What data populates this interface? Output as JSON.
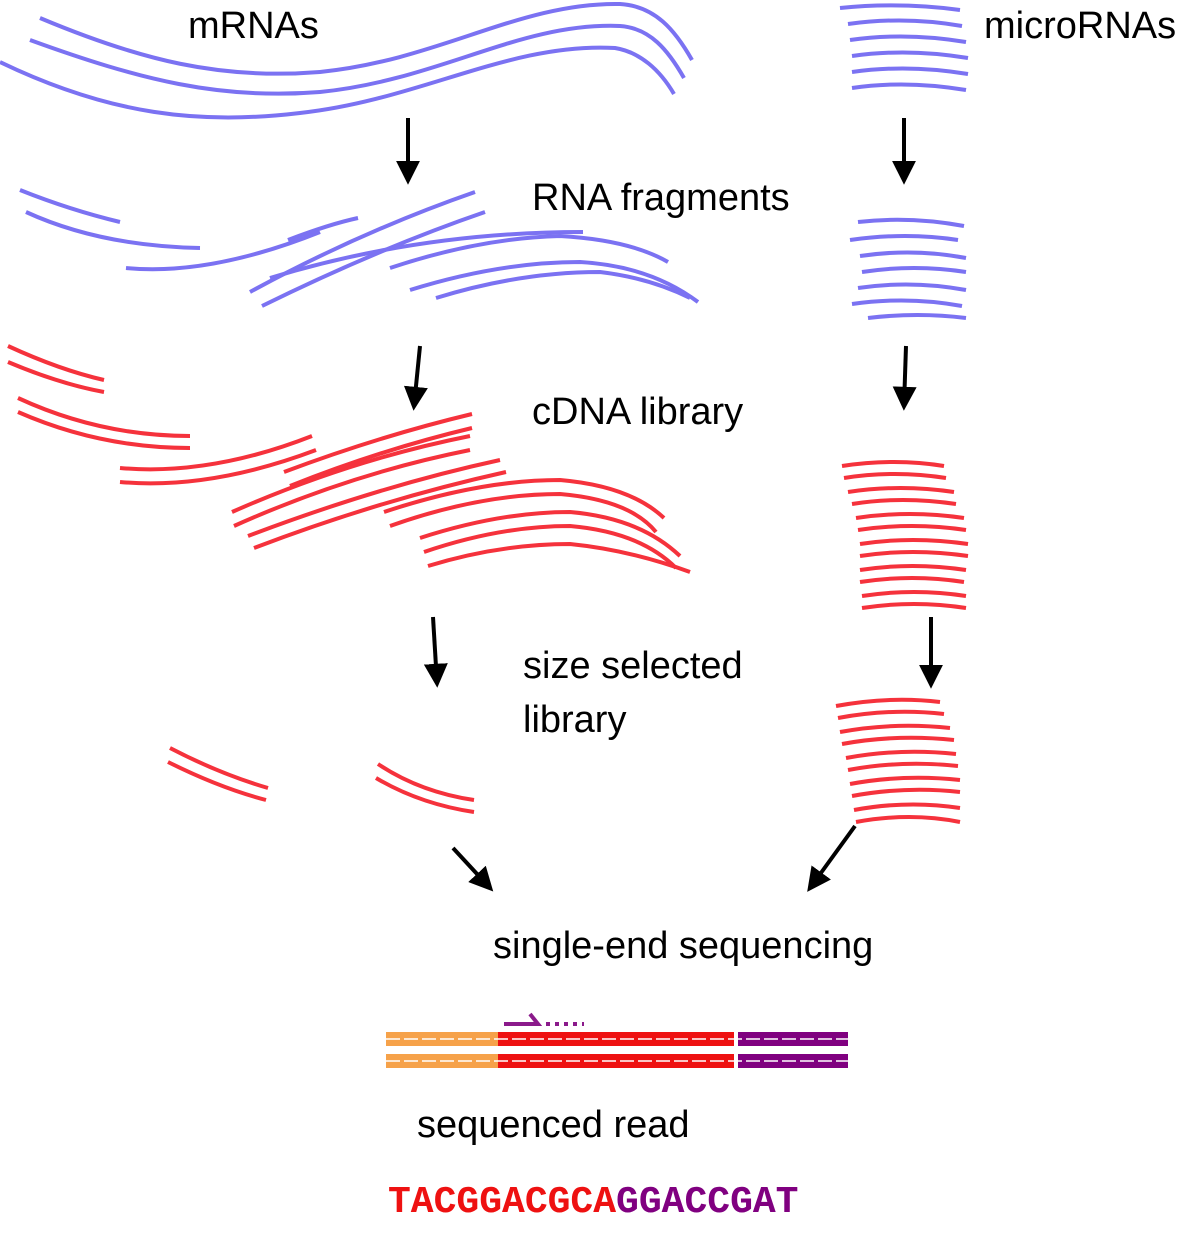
{
  "labels": {
    "mrnas": "mRNAs",
    "micrornas": "microRNAs",
    "rna_fragments": "RNA fragments",
    "cdna_library": "cDNA library",
    "size_selected_line1": "size selected",
    "size_selected_line2": "library",
    "single_end_sequencing": "single-end sequencing",
    "sequenced_read": "sequenced read"
  },
  "sequence": {
    "insert": "TACGGACGCA",
    "adapter": "GGACCGAT"
  },
  "colors": {
    "rna": "#7b72f2",
    "cdna": "#f5323c",
    "arrow": "#000000",
    "adapter_5prime": "#f6a24a",
    "insert": "#ee1111",
    "adapter_3prime": "#800080",
    "primer": "#8b1a8b"
  },
  "icons": {
    "process_arrow": "arrow-down-icon",
    "sequencing_primer": "primer-arrow-icon"
  }
}
